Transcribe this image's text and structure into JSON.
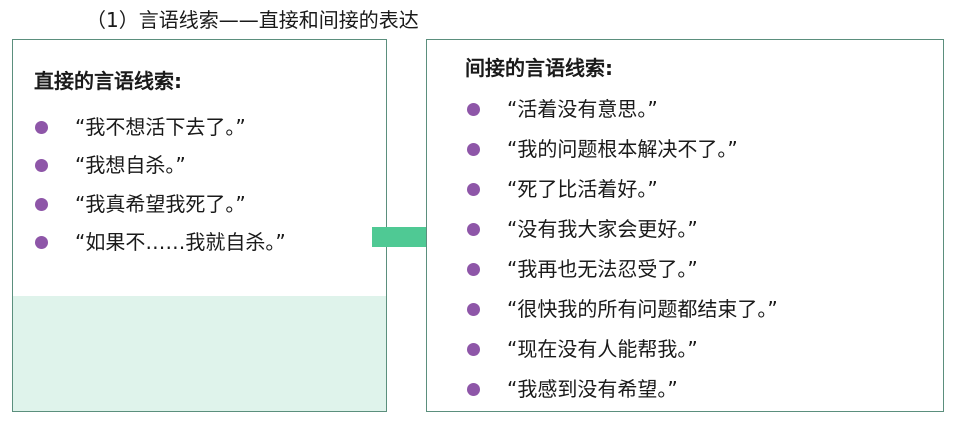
{
  "heading": "（1）言语线索——直接和间接的表达",
  "colors": {
    "border": "#5b8f7d",
    "bullet": "#8e56a8",
    "arrow": "#4fc994",
    "tint": "#dff3eb"
  },
  "direct": {
    "title": "直接的言语线索:",
    "items": [
      "“我不想活下去了。”",
      "“我想自杀。”",
      "“我真希望我死了。”",
      "“如果不……我就自杀。”"
    ]
  },
  "indirect": {
    "title": "间接的言语线索:",
    "items": [
      "“活着没有意思。”",
      "“我的问题根本解决不了。”",
      "“死了比活着好。”",
      "“没有我大家会更好。”",
      "“我再也无法忍受了。”",
      "“很快我的所有问题都结束了。”",
      "“现在没有人能帮我。”",
      "“我感到没有希望。”"
    ]
  },
  "icons": {
    "arrow": "arrow-right-icon",
    "bullet": "bullet-dot-icon"
  }
}
